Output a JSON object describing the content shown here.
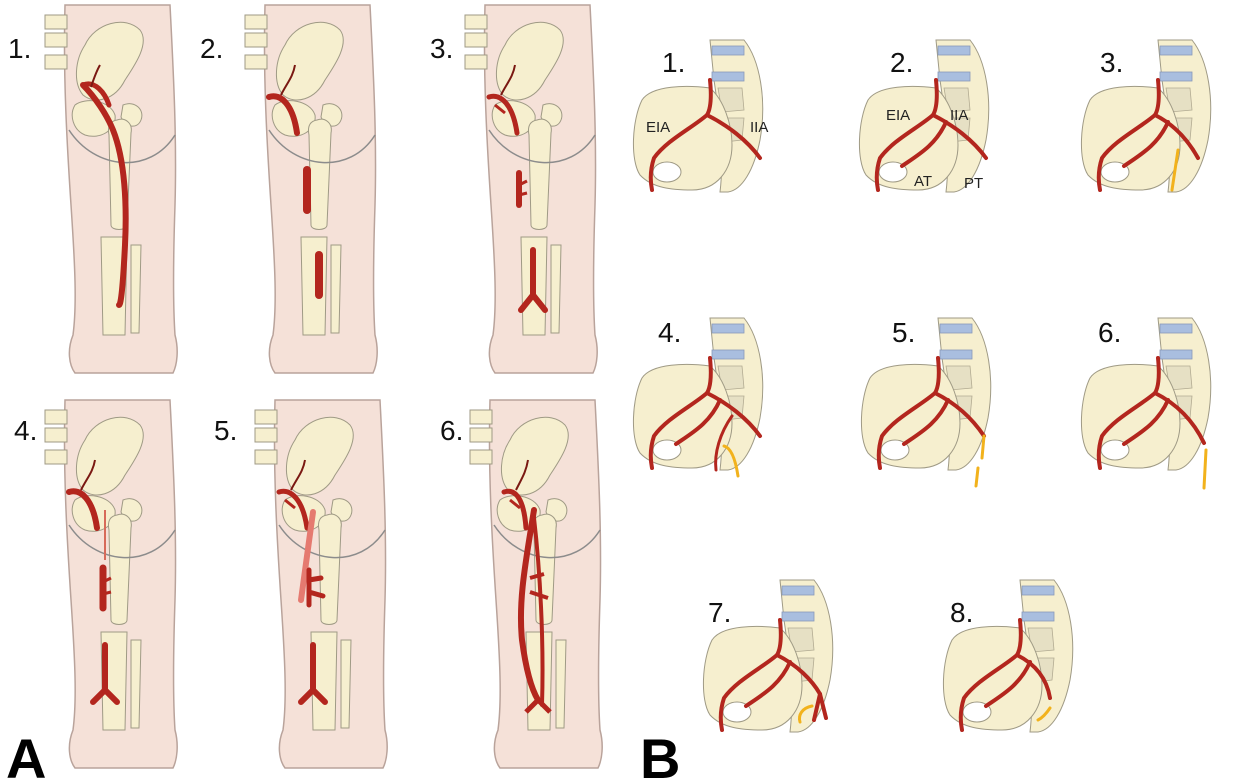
{
  "panel_a": {
    "letter": "A",
    "figures": [
      {
        "number": "1."
      },
      {
        "number": "2."
      },
      {
        "number": "3."
      },
      {
        "number": "4."
      },
      {
        "number": "5."
      },
      {
        "number": "6."
      }
    ]
  },
  "panel_b": {
    "letter": "B",
    "figures": [
      {
        "number": "1.",
        "labels": [
          "EIA",
          "IIA"
        ]
      },
      {
        "number": "2.",
        "labels": [
          "EIA",
          "IIA",
          "AT",
          "PT"
        ]
      },
      {
        "number": "3.",
        "labels": []
      },
      {
        "number": "4.",
        "labels": []
      },
      {
        "number": "5.",
        "labels": []
      },
      {
        "number": "6.",
        "labels": []
      },
      {
        "number": "7.",
        "labels": []
      },
      {
        "number": "8.",
        "labels": []
      }
    ]
  },
  "colors": {
    "skin": "#f5e1d8",
    "skin_outline": "#b9a39b",
    "bone": "#f6efcf",
    "bone_outline": "#9f9a85",
    "artery": "#b3261e",
    "artery_dark": "#7a1812",
    "graft": "#f2b21c",
    "disc": "#a9bedf"
  }
}
